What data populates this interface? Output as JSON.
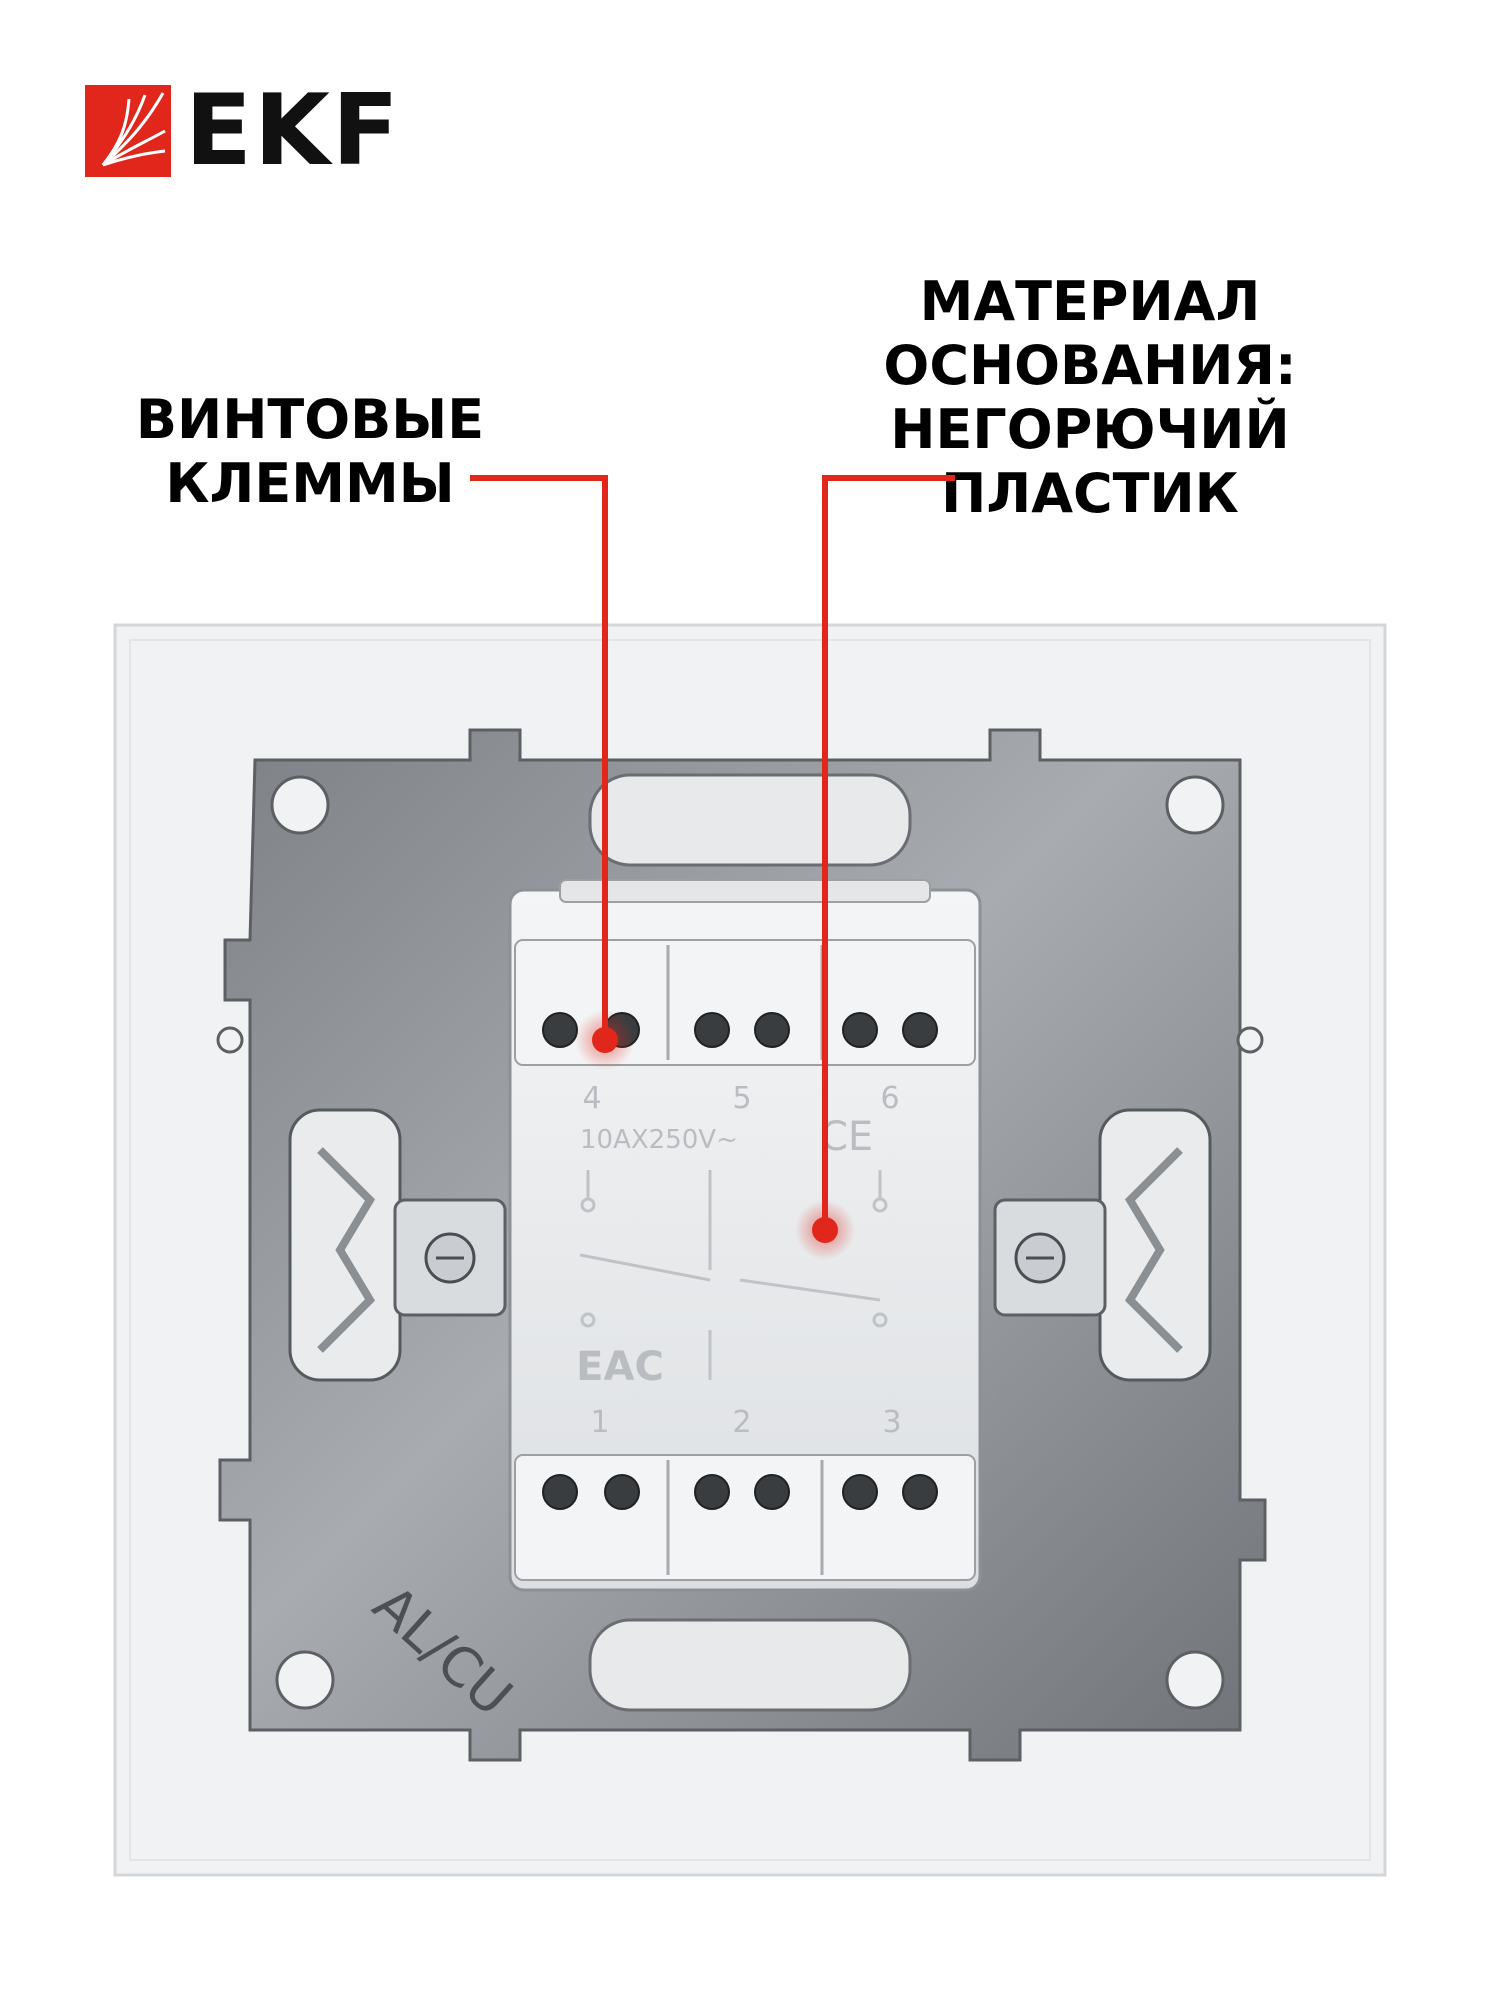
{
  "brand": {
    "name": "EKF",
    "color": "#e1261c"
  },
  "callouts": {
    "screw_terminals": {
      "lines": [
        "ВИНТОВЫЕ",
        "КЛЕММЫ"
      ]
    },
    "base_material": {
      "lines": [
        "МАТЕРИАЛ",
        "ОСНОВАНИЯ:",
        "НЕГОРЮЧИЙ",
        "ПЛАСТИК"
      ]
    }
  },
  "device": {
    "terminal_numbers_top": [
      "4",
      "5",
      "6"
    ],
    "terminal_numbers_bottom": [
      "1",
      "2",
      "3"
    ],
    "rating": "10AX250V~",
    "ce_mark": "CE",
    "eac_mark": "EAC",
    "plate_marking": "AL/CU"
  },
  "colors": {
    "accent": "#e1261c",
    "metal": "#8e9296",
    "plastic": "#eceef0"
  }
}
